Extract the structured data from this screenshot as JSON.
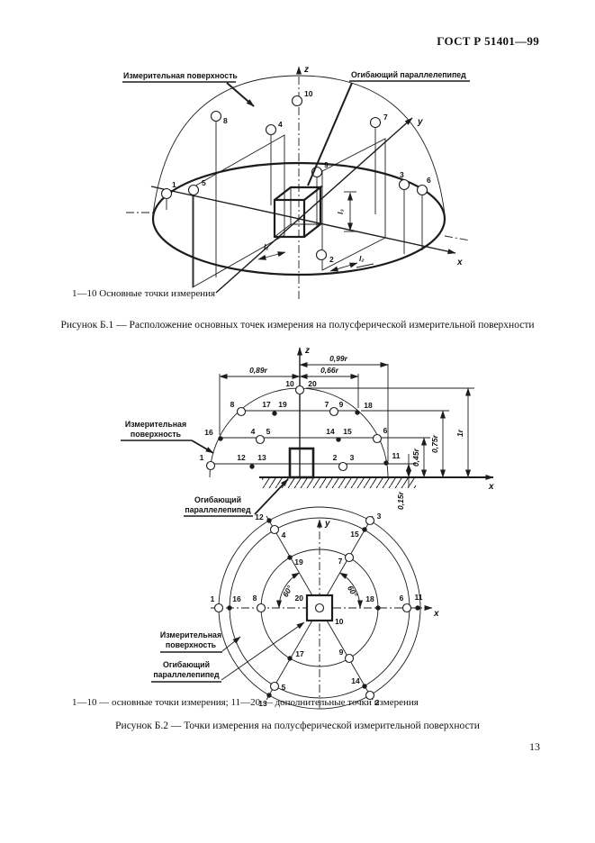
{
  "header": {
    "doc_number": "ГОСТ Р 51401—99"
  },
  "page_number": "13",
  "fig1": {
    "labels": {
      "surface": "Измерительная поверхность",
      "box": "Огибающий параллелепипед"
    },
    "axes": {
      "x": "x",
      "y": "y",
      "z": "z"
    },
    "dims": {
      "l1": "l₁",
      "l2": "l₂",
      "l3": "l₃"
    },
    "points": {
      "p1": "1",
      "p2": "2",
      "p3": "3",
      "p4": "4",
      "p5": "5",
      "p6": "6",
      "p7": "7",
      "p8": "8",
      "p9": "9",
      "p10": "10"
    },
    "note": "1—10 Основные точки измерения",
    "caption": "Рисунок Б.1 — Расположение основных точек измерения на полусферической измерительной поверхности"
  },
  "fig2": {
    "labels": {
      "surface_line1": "Измерительная",
      "surface_line2": "поверхность",
      "box_line1": "Огибающий",
      "box_line2": "параллелепипед"
    },
    "axes": {
      "x": "x",
      "y": "y",
      "z": "z"
    },
    "dims": {
      "r099": "0,99r",
      "r089": "0,89r",
      "r066": "0,66r",
      "r045": "0,45r",
      "r075": "0,75r",
      "r1": "1r",
      "r015": "0,15r"
    },
    "angle_60": "60°",
    "points": {
      "p1": "1",
      "p2": "2",
      "p3": "3",
      "p4": "4",
      "p5": "5",
      "p6": "6",
      "p7": "7",
      "p8": "8",
      "p9": "9",
      "p10": "10",
      "p11": "11",
      "p12": "12",
      "p13": "13",
      "p14": "14",
      "p15": "15",
      "p16": "16",
      "p17": "17",
      "p18": "18",
      "p19": "19",
      "p20": "20"
    },
    "note": "1—10 — основные точки измерения; 11—20 — дополнительные точки измерения",
    "caption": "Рисунок Б.2 — Точки измерения на полусферической измерительной поверхности"
  }
}
